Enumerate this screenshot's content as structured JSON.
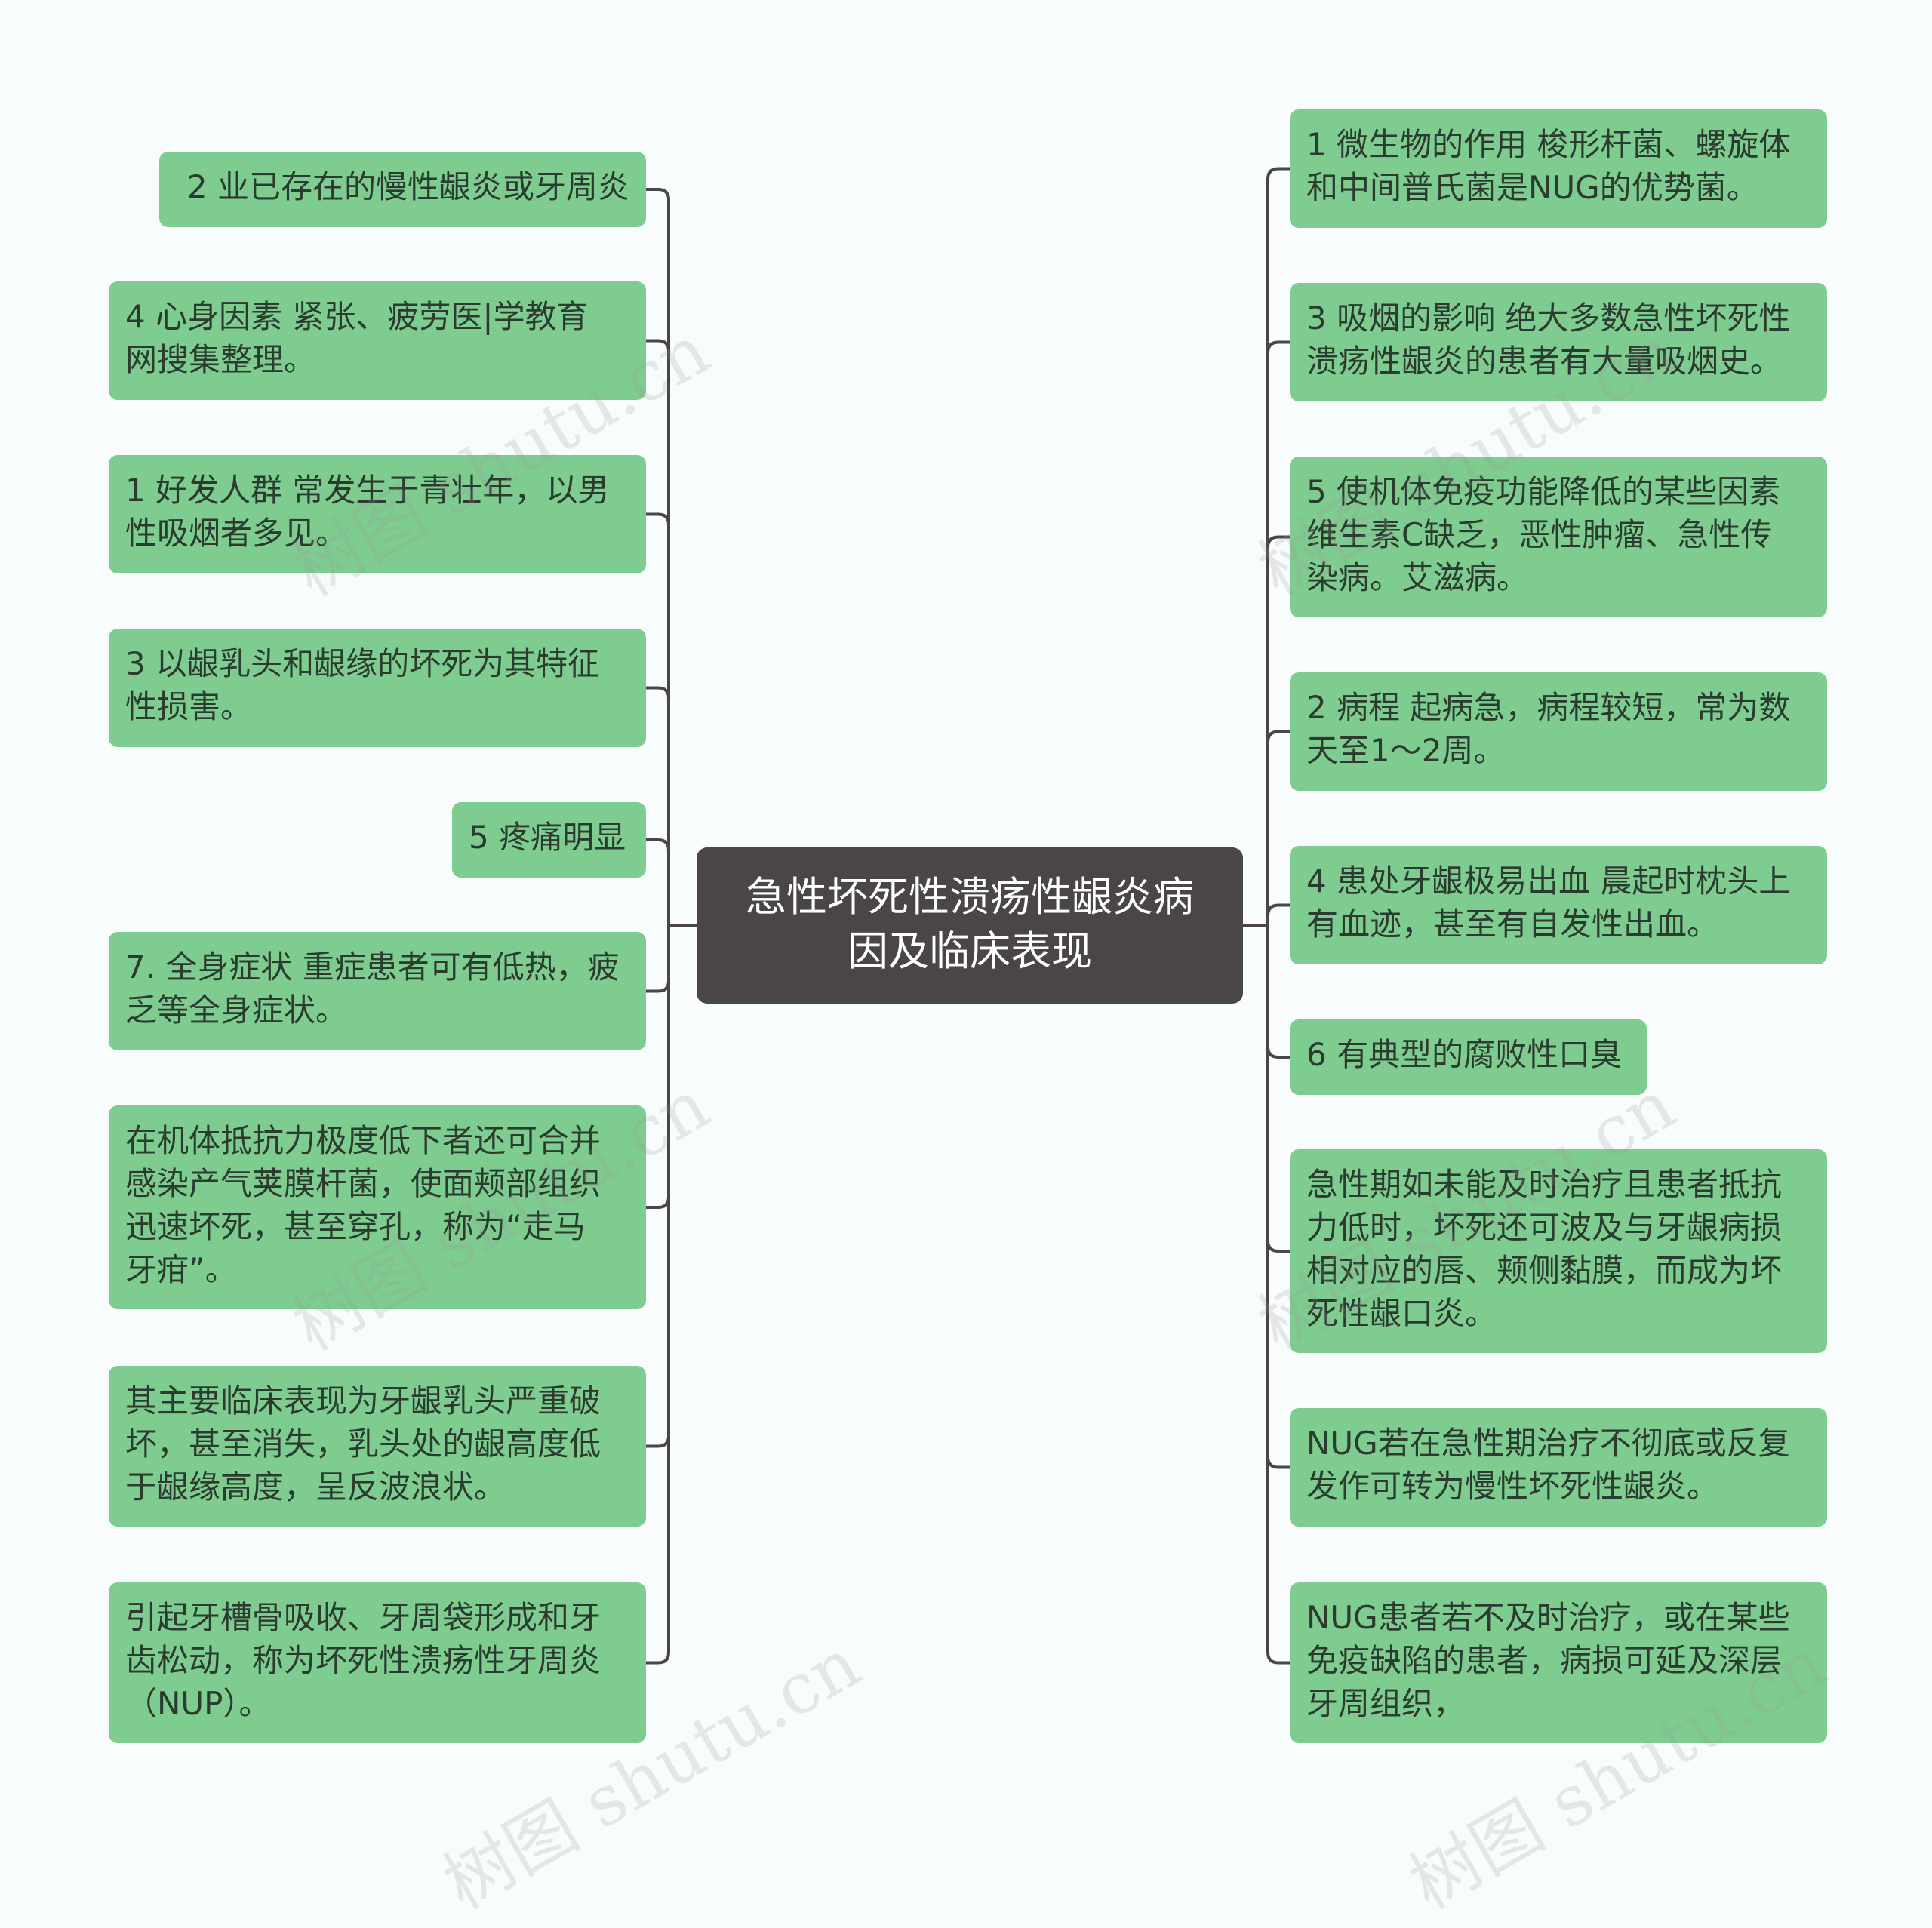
{
  "center": "急性坏死性溃疡性龈炎病\n因及临床表现",
  "left_nodes": [
    "2 业已存在的慢性龈炎或牙周炎",
    "4 心身因素 紧张、疲劳医|学教育\n网搜集整理。",
    "1 好发人群 常发生于青壮年，以男\n性吸烟者多见。",
    "3 以龈乳头和龈缘的坏死为其特征\n性损害。",
    "5 疼痛明显",
    "7. 全身症状 重症患者可有低热，疲\n乏等全身症状。",
    "在机体抵抗力极度低下者还可合并\n感染产气荚膜杆菌，使面颊部组织\n迅速坏死，甚至穿孔，称为“走马\n牙疳”。",
    "其主要临床表现为牙龈乳头严重破\n坏，甚至消失，乳头处的龈高度低\n于龈缘高度，呈反波浪状。",
    "引起牙槽骨吸收、牙周袋形成和牙\n齿松动，称为坏死性溃疡性牙周炎\n（NUP）。"
  ],
  "right_nodes": [
    "1 微生物的作用 梭形杆菌、螺旋体\n和中间普氏菌是NUG的优势菌。",
    "3 吸烟的影响 绝大多数急性坏死性\n溃疡性龈炎的患者有大量吸烟史。",
    "5 使机体免疫功能降低的某些因素\n维生素C缺乏，恶性肿瘤、急性传\n染病。艾滋病。",
    "2 病程 起病急，病程较短，常为数\n天至1～2周。",
    "4 患处牙龈极易出血 晨起时枕头上\n有血迹，甚至有自发性出血。",
    "6 有典型的腐败性口臭",
    "急性期如未能及时治疗且患者抵抗\n力低时，坏死还可波及与牙龈病损\n相对应的唇、颊侧黏膜，而成为坏\n死性龈口炎。",
    "NUG若在急性期治疗不彻底或反复\n发作可转为慢性坏死性龈炎。",
    "NUG患者若不及时治疗，或在某些\n免疫缺陷的患者，病损可延及深层\n牙周组织，"
  ],
  "watermark": "树图 shutu.cn",
  "colors": {
    "node": "#7fcc90",
    "center": "#4a4647",
    "line": "#4a4647"
  }
}
